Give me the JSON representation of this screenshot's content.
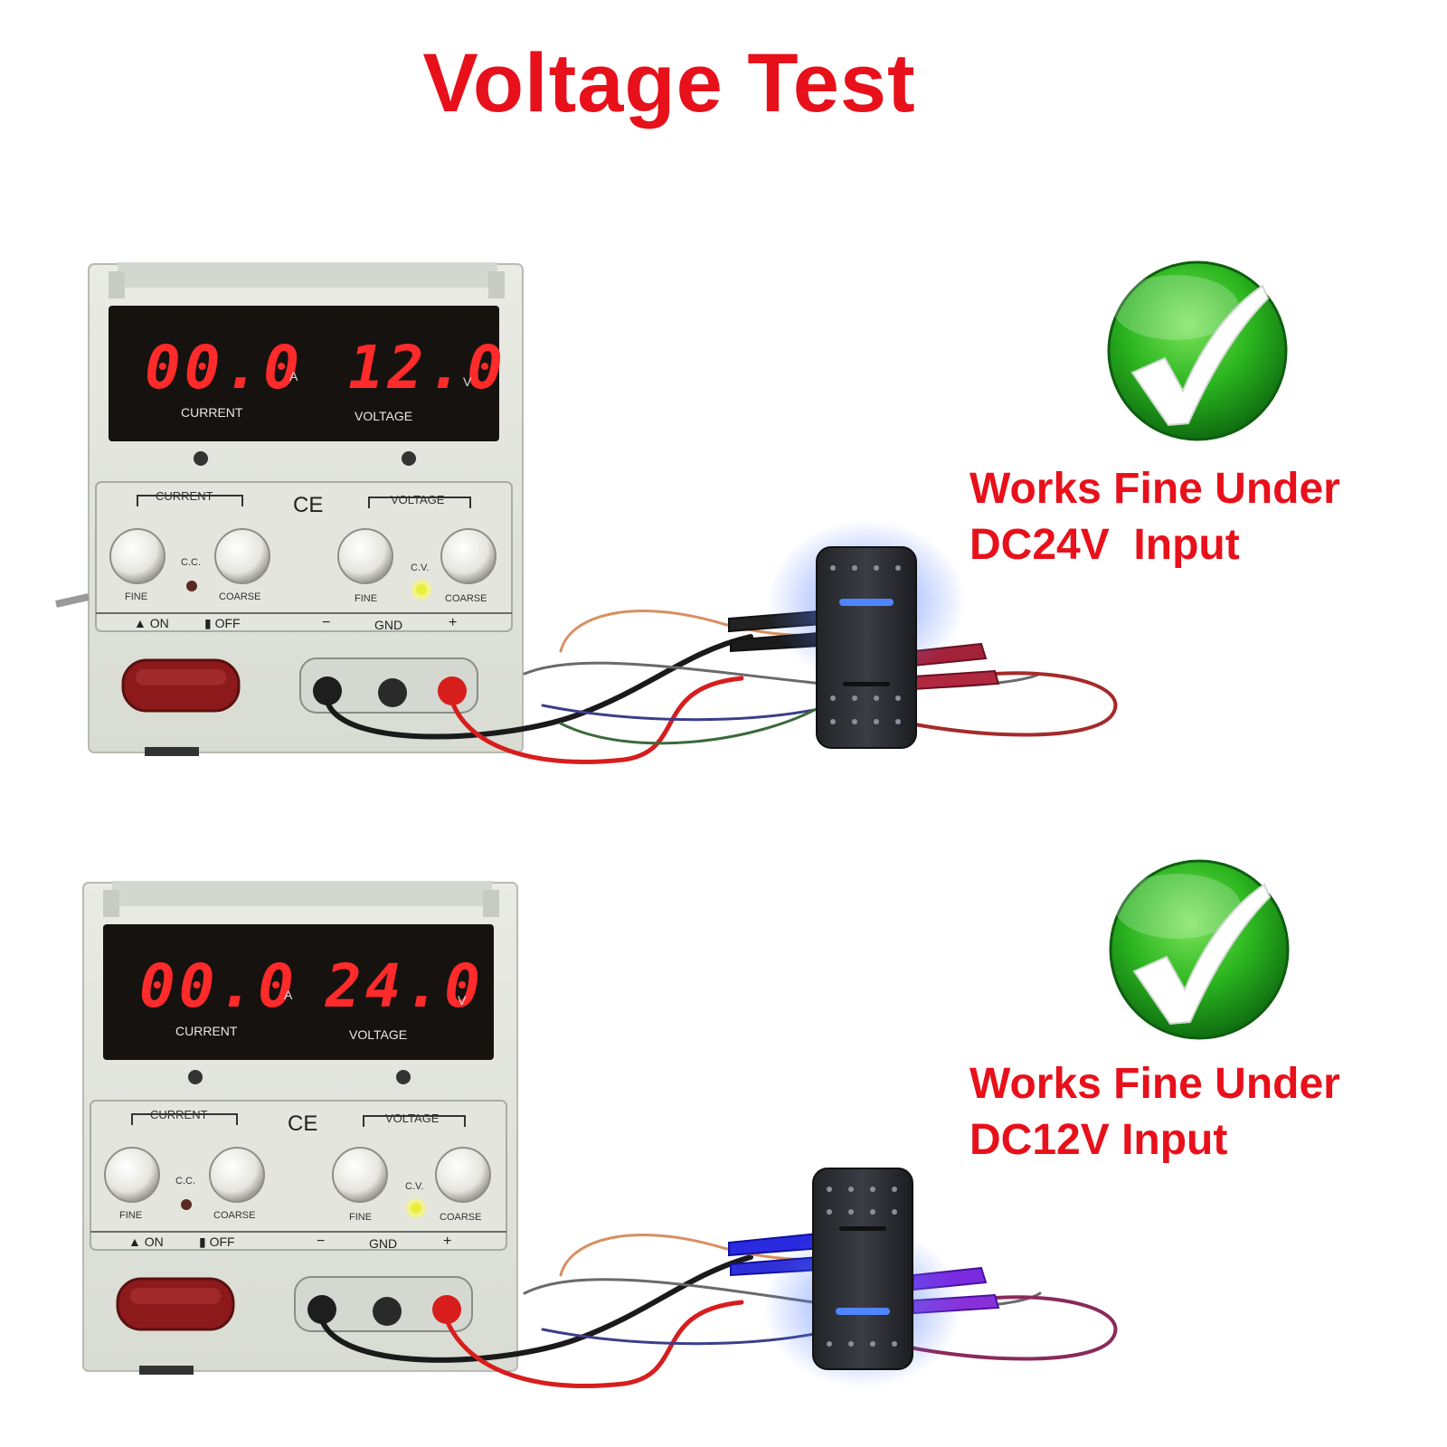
{
  "title": "Voltage Test",
  "colors": {
    "title_red": "#e8101a",
    "check_green": "#2bb51f",
    "led_red": "#ff2a2a",
    "switch_blue": "#2e6bff"
  },
  "panels": [
    {
      "current_display": "00.0",
      "voltage_display": "12.0",
      "current_unit": "A",
      "voltage_unit": "V",
      "current_label": "CURRENT",
      "voltage_label": "VOLTAGE",
      "current_group": "CURRENT",
      "voltage_group": "VOLTAGE",
      "ce_mark": "CE",
      "cc_label": "C.C.",
      "cv_label": "C.V.",
      "fine_label": "FINE",
      "coarse_label": "COARSE",
      "on_label": "ON",
      "off_label": "OFF",
      "minus_label": "−",
      "gnd_label": "GND",
      "plus_label": "+",
      "caption_line1": "Works Fine Under",
      "caption_line2": "DC24V  Input",
      "check_icon": "green-check-icon"
    },
    {
      "current_display": "00.0",
      "voltage_display": "24.0",
      "current_unit": "A",
      "voltage_unit": "V",
      "current_label": "CURRENT",
      "voltage_label": "VOLTAGE",
      "current_group": "CURRENT",
      "voltage_group": "VOLTAGE",
      "ce_mark": "CE",
      "cc_label": "C.C.",
      "cv_label": "C.V.",
      "fine_label": "FINE",
      "coarse_label": "COARSE",
      "on_label": "ON",
      "off_label": "OFF",
      "minus_label": "−",
      "gnd_label": "GND",
      "plus_label": "+",
      "caption_line1": "Works Fine Under",
      "caption_line2": "DC12V Input",
      "check_icon": "green-check-icon"
    }
  ]
}
